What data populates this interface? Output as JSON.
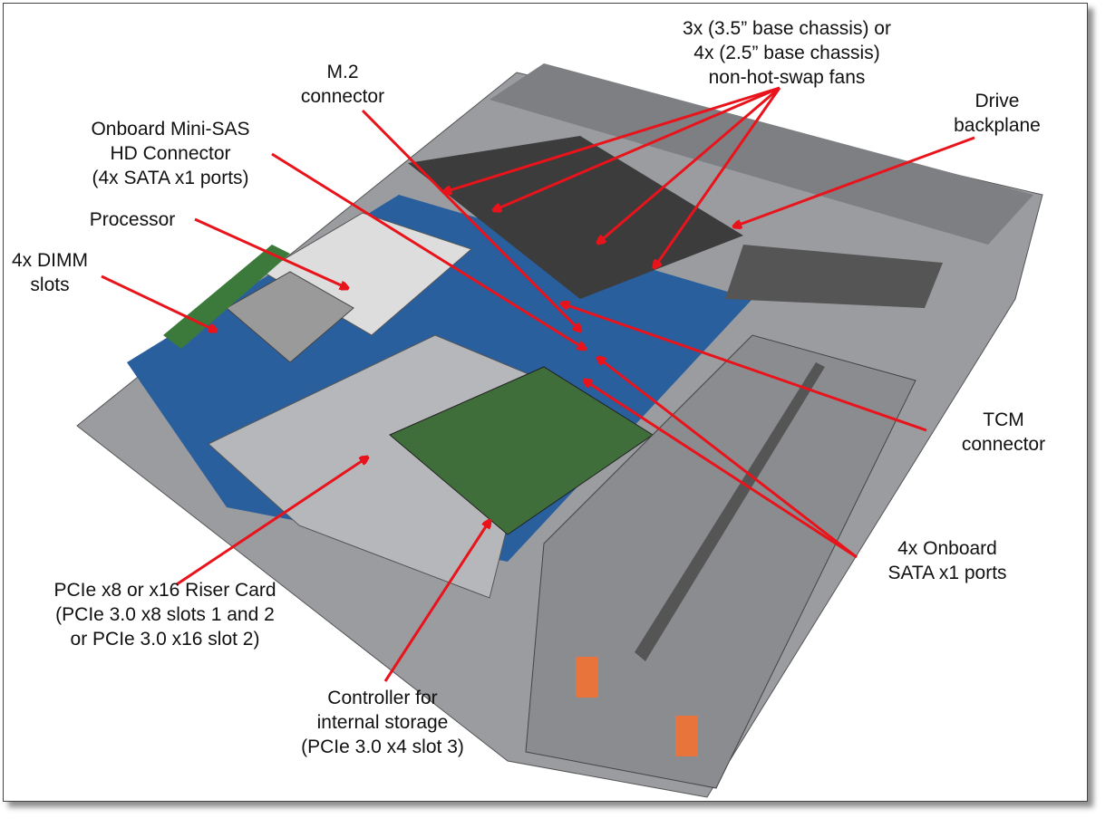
{
  "colors": {
    "arrow": "#e8131b",
    "chassis": "#8d8f93",
    "board": "#2a5f9e",
    "pcb": "#3f6e3a"
  },
  "labels": {
    "fans": [
      "3x (3.5” base chassis) or",
      "4x (2.5” base chassis)",
      "non-hot-swap fans"
    ],
    "m2": [
      "M.2",
      "connector"
    ],
    "backplane": [
      "Drive",
      "backplane"
    ],
    "minisas": [
      "Onboard Mini-SAS",
      "HD Connector",
      "(4x SATA x1 ports)"
    ],
    "processor": [
      "Processor"
    ],
    "dimm": [
      "4x DIMM",
      "slots"
    ],
    "tcm": [
      "TCM",
      "connector"
    ],
    "sata": [
      "4x Onboard",
      "SATA x1 ports"
    ],
    "riser": [
      "PCIe x8 or x16 Riser Card",
      "(PCIe 3.0 x8 slots 1 and 2",
      "or PCIe 3.0 x16 slot 2)"
    ],
    "controller": [
      "Controller for",
      "internal storage",
      "(PCIe 3.0 x4 slot 3)"
    ]
  }
}
